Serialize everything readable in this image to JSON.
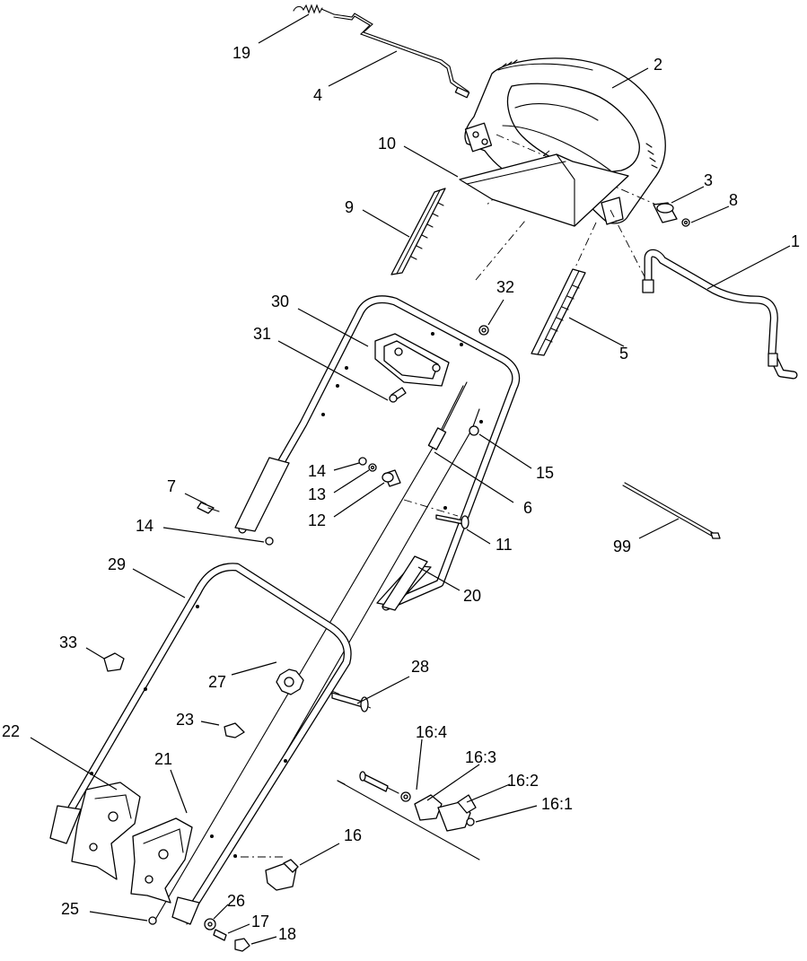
{
  "callouts": [
    {
      "id": "c19",
      "label": "19"
    },
    {
      "id": "c4",
      "label": "4"
    },
    {
      "id": "c2",
      "label": "2"
    },
    {
      "id": "c10",
      "label": "10"
    },
    {
      "id": "c3",
      "label": "3"
    },
    {
      "id": "c8",
      "label": "8"
    },
    {
      "id": "c9",
      "label": "9"
    },
    {
      "id": "c1",
      "label": "1"
    },
    {
      "id": "c32",
      "label": "32"
    },
    {
      "id": "c30",
      "label": "30"
    },
    {
      "id": "c31",
      "label": "31"
    },
    {
      "id": "c5",
      "label": "5"
    },
    {
      "id": "c15",
      "label": "15"
    },
    {
      "id": "c14a",
      "label": "14"
    },
    {
      "id": "c13",
      "label": "13"
    },
    {
      "id": "c6",
      "label": "6"
    },
    {
      "id": "c7",
      "label": "7"
    },
    {
      "id": "c12",
      "label": "12"
    },
    {
      "id": "c14b",
      "label": "14"
    },
    {
      "id": "c11",
      "label": "11"
    },
    {
      "id": "c99",
      "label": "99"
    },
    {
      "id": "c29",
      "label": "29"
    },
    {
      "id": "c20",
      "label": "20"
    },
    {
      "id": "c33",
      "label": "33"
    },
    {
      "id": "c28",
      "label": "28"
    },
    {
      "id": "c27",
      "label": "27"
    },
    {
      "id": "c23",
      "label": "23"
    },
    {
      "id": "c22",
      "label": "22"
    },
    {
      "id": "c16_4",
      "label": "16:4"
    },
    {
      "id": "c16_3",
      "label": "16:3"
    },
    {
      "id": "c21",
      "label": "21"
    },
    {
      "id": "c16_2",
      "label": "16:2"
    },
    {
      "id": "c16_1",
      "label": "16:1"
    },
    {
      "id": "c16",
      "label": "16"
    },
    {
      "id": "c26",
      "label": "26"
    },
    {
      "id": "c25",
      "label": "25"
    },
    {
      "id": "c17",
      "label": "17"
    },
    {
      "id": "c18",
      "label": "18"
    }
  ]
}
